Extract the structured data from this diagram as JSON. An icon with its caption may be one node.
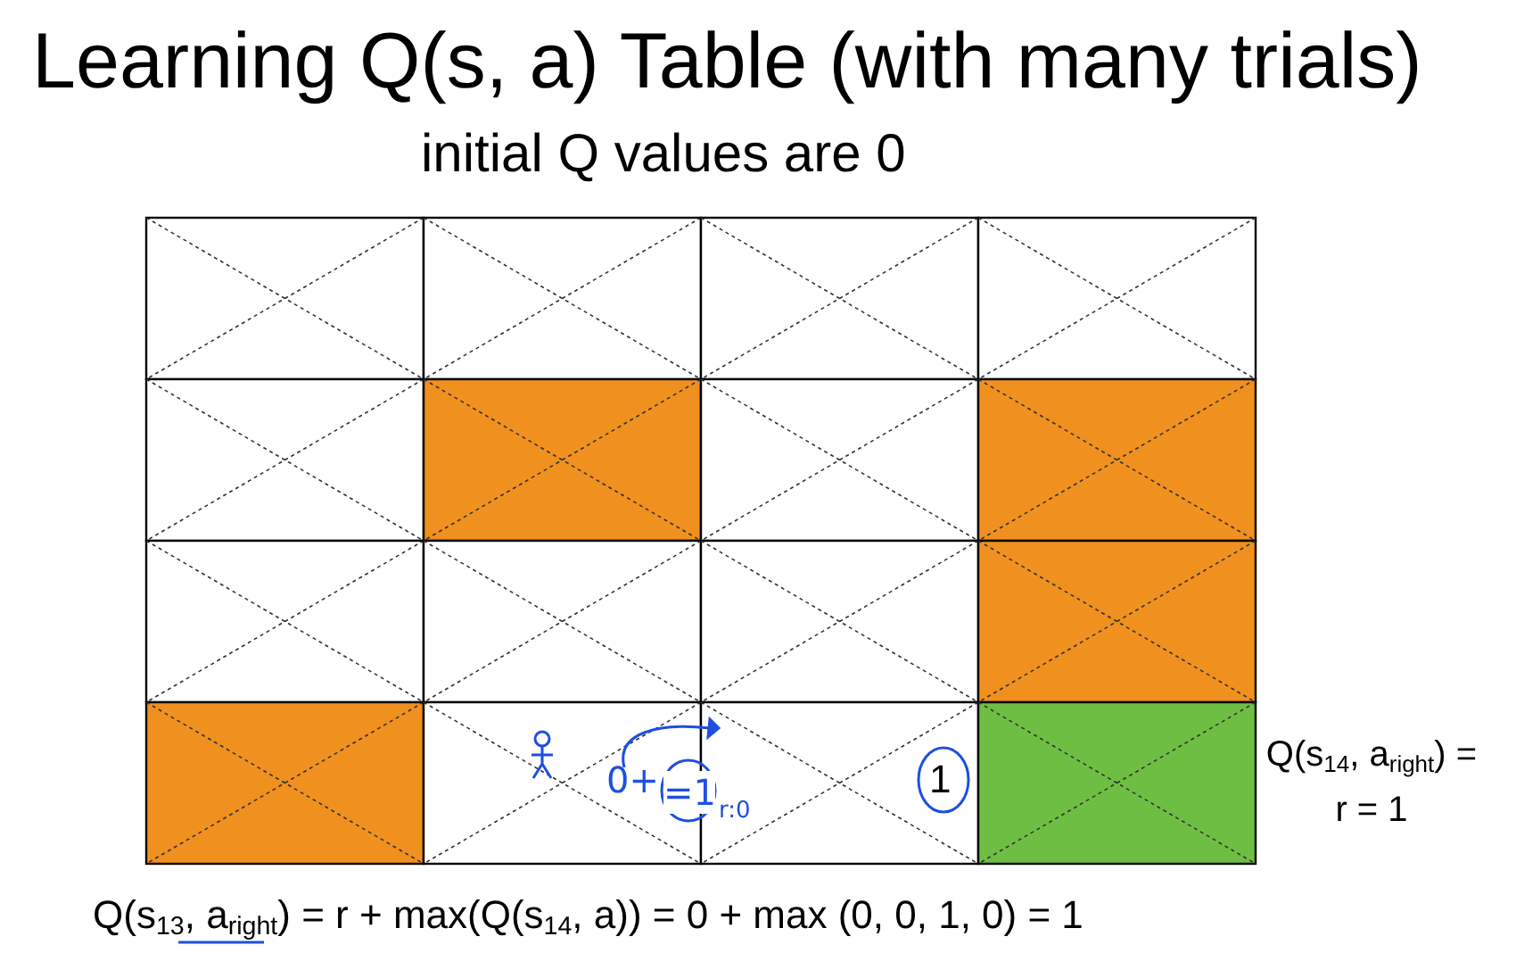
{
  "diagram": {
    "title": "Learning Q(s, a) Table (with many trials)",
    "labels": [
      "initial Q values are 0",
      "0+",
      "=1",
      "r:0",
      "1",
      "Q(s$_{14}$, a$_{right}$) = r = 1",
      "Q(s$_{13}$, a$_{right}$) = r + max(Q(s$_{14}$, a)) = 0 + max (0, 0, 1, 0) = 1"
    ]
  }
}
